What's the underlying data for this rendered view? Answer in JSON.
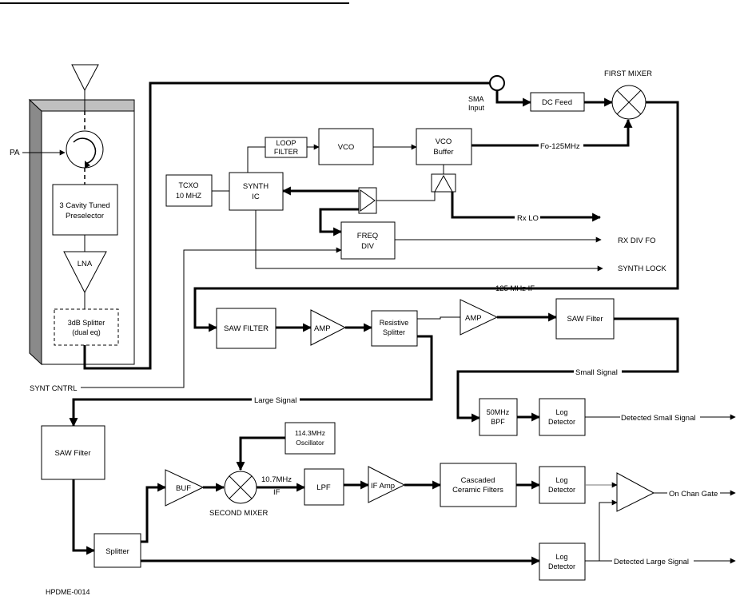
{
  "labels": {
    "sma_input": "SMA Input",
    "dc_feed": "DC Feed",
    "first_mixer": "FIRST MIXER",
    "loop_filter": "LOOP FILTER",
    "vco": "VCO",
    "vco_buffer": "VCO Buffer",
    "fo_125": "Fo-125MHz",
    "tcxo": "TCXO 10 MHZ",
    "synth_ic": "SYNTH IC",
    "rx_lo": "Rx LO",
    "freq_div": "FREQ DIV",
    "rx_div_fo": "RX DIV FO",
    "synth_lock": "SYNTH LOCK",
    "pa": "PA",
    "preselector": "3 Cavity Tuned Preselector",
    "lna": "LNA",
    "splitter_3db": "3dB Splitter (dual eq)",
    "if_125": "125 MHz IF",
    "saw_filter_1": "SAW FILTER",
    "amp_1": "AMP",
    "resistive_splitter": "Resistive Splitter",
    "amp_2": "AMP",
    "saw_filter_2": "SAW Filter",
    "small_signal": "Small Signal",
    "synt_cntrl": "SYNT CNTRL",
    "large_signal": "Large Signal",
    "bpf_50": "50MHz BPF",
    "log_detector_1": "Log Detector",
    "detected_small": "Detected Small Signal",
    "saw_filter_3": "SAW Filter",
    "oscillator": "114.3MHz Oscillator",
    "buf": "BUF",
    "if_107": "10.7MHz IF",
    "second_mixer": "SECOND MIXER",
    "lpf": "LPF",
    "if_amp": "IF Amp",
    "ceramic_filters": "Cascaded Ceramic Filters",
    "log_detector_2": "Log Detector",
    "on_chan_gate": "On Chan Gate",
    "splitter": "Splitter",
    "log_detector_3": "Log Detector",
    "detected_large": "Detected Large Signal",
    "doc_id": "HPDME-0014"
  }
}
